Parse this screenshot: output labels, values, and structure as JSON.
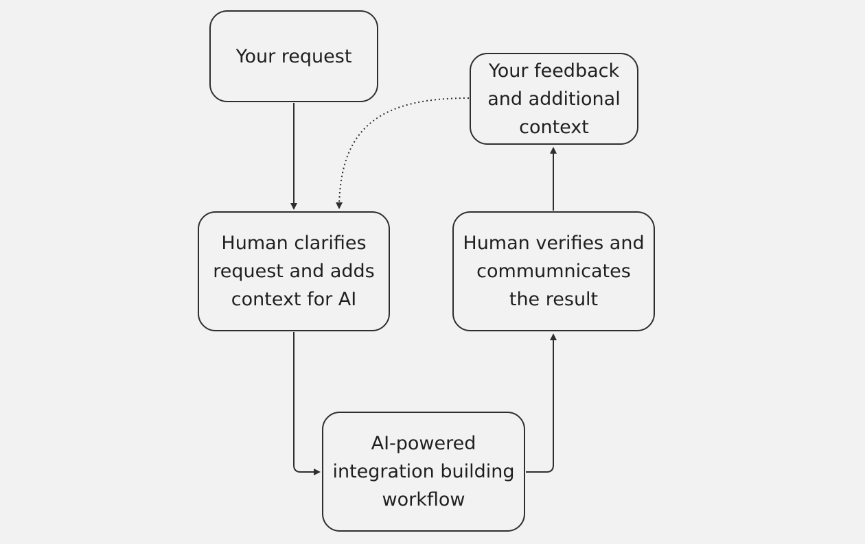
{
  "diagram": {
    "nodes": {
      "request": {
        "label": "Your request"
      },
      "feedback": {
        "line1": "Your feedback",
        "line2": "and additional",
        "line3": "context"
      },
      "clarify": {
        "line1": "Human clarifies",
        "line2": "request and adds",
        "line3": "context for AI"
      },
      "verify": {
        "line1": "Human verifies and",
        "line2": "commumnicates",
        "line3": "the result"
      },
      "workflow": {
        "line1": "AI-powered",
        "line2": "integration building",
        "line3": "workflow"
      }
    },
    "edges": [
      {
        "from": "request",
        "to": "clarify",
        "style": "solid"
      },
      {
        "from": "clarify",
        "to": "workflow",
        "style": "solid"
      },
      {
        "from": "workflow",
        "to": "verify",
        "style": "solid"
      },
      {
        "from": "verify",
        "to": "feedback",
        "style": "solid"
      },
      {
        "from": "feedback",
        "to": "clarify",
        "style": "dotted"
      }
    ],
    "colors": {
      "background": "#f2f2f2",
      "stroke": "#2e2e2e",
      "text": "#1f1f1f"
    }
  }
}
